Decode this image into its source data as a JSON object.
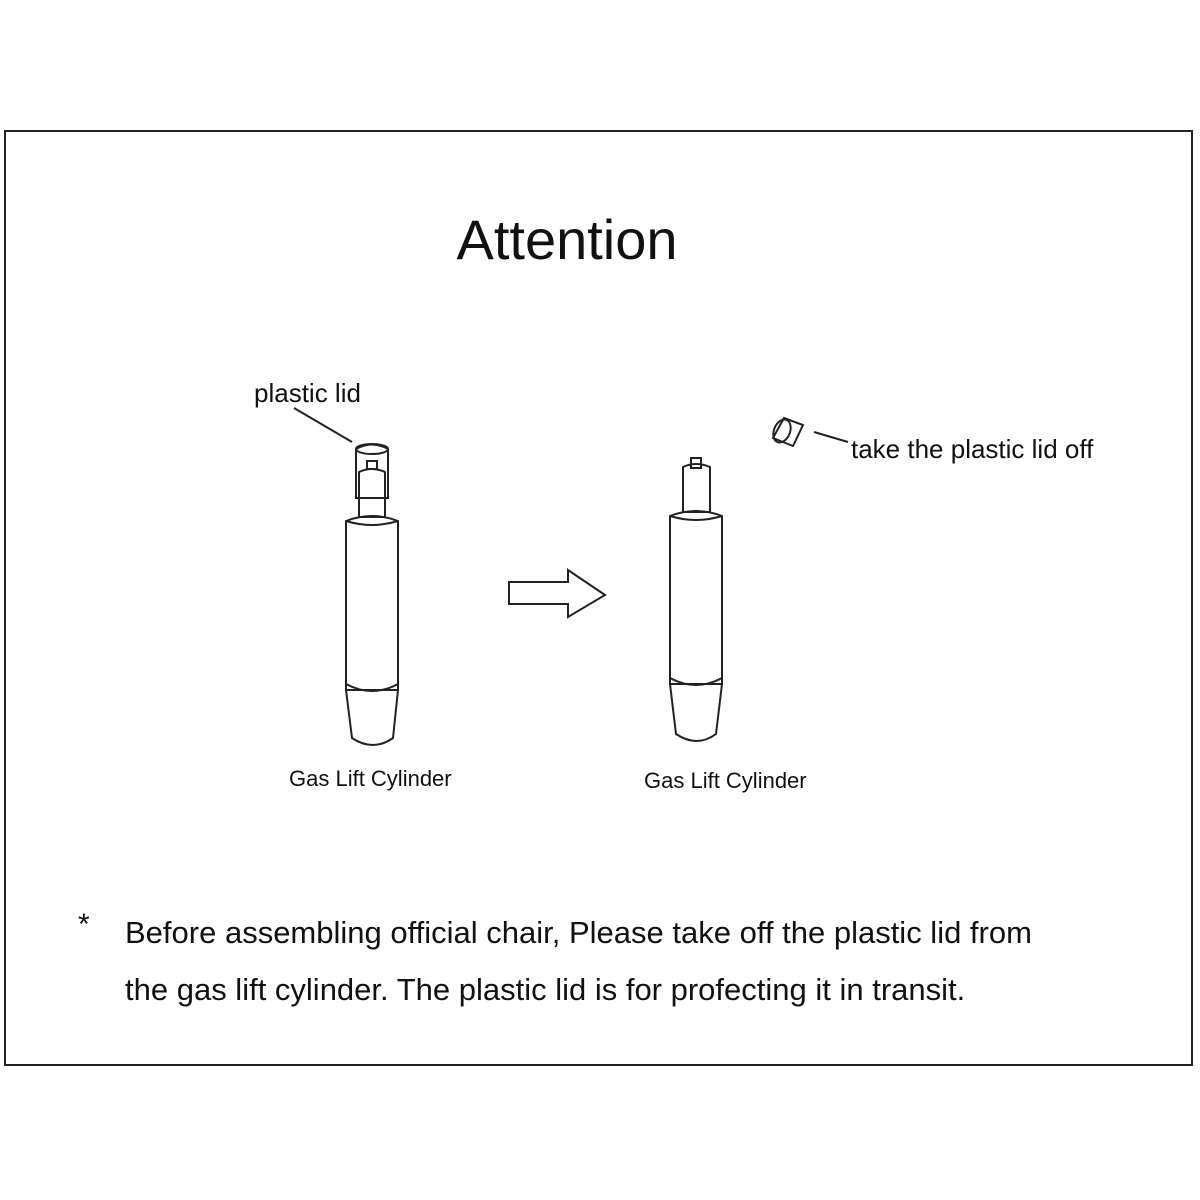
{
  "diagram": {
    "title": "Attention",
    "label_plastic_lid": "plastic lid",
    "label_take_off": "take the plastic lid off",
    "label_cylinder_left": "Gas Lift Cylinder",
    "label_cylinder_right": "Gas Lift Cylinder",
    "note_bullet": "*",
    "note_line_1": "Before assembling official chair, Please take off the plastic lid from",
    "note_line_2": "the gas lift cylinder.  The plastic lid is for profecting it  in transit."
  },
  "colors": {
    "line": "#222222",
    "background": "#ffffff"
  }
}
